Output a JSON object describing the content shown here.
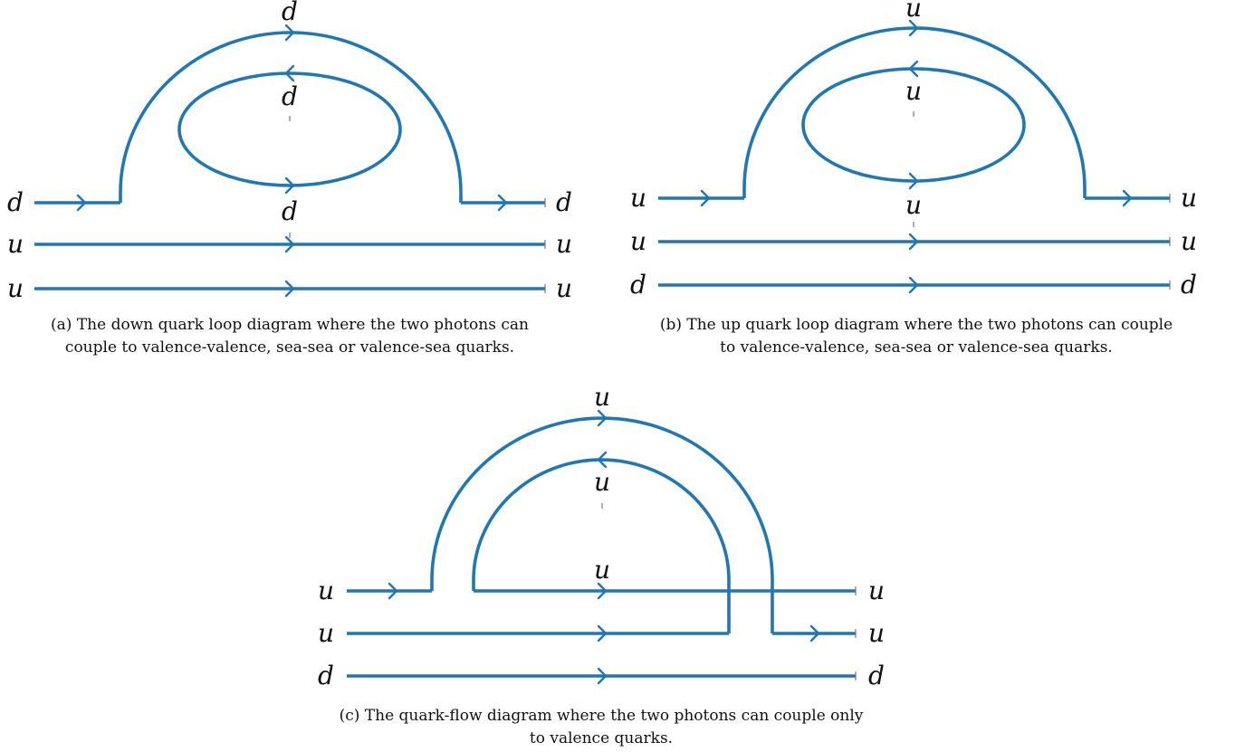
{
  "panel_a": {
    "labels": {
      "in_top": "d",
      "in_mid": "u",
      "in_bot": "u",
      "out_top": "d",
      "out_mid": "u",
      "out_bot": "u",
      "arc_top": "d",
      "loop_top": "d",
      "loop_bottom": "d"
    },
    "caption_line1": "(a) The down quark loop diagram where the two photons can",
    "caption_line2": "couple to valence-valence, sea-sea or valence-sea quarks."
  },
  "panel_b": {
    "labels": {
      "in_top": "u",
      "in_mid": "u",
      "in_bot": "d",
      "out_top": "u",
      "out_mid": "u",
      "out_bot": "d",
      "arc_top": "u",
      "loop_top": "u",
      "loop_bottom": "u"
    },
    "caption_line1": "(b) The up quark loop diagram where the two photons can couple",
    "caption_line2": "to valence-valence, sea-sea or valence-sea quarks."
  },
  "panel_c": {
    "labels": {
      "in_top": "u",
      "in_mid": "u",
      "in_bot": "d",
      "out_top": "u",
      "out_mid": "u",
      "out_bot": "d",
      "outer_arc_top": "u",
      "inner_arc_top": "u",
      "line_mid": "u"
    },
    "caption_line1": "(c) The quark-flow diagram where the two photons can couple only",
    "caption_line2": "to valence quarks."
  },
  "colors": {
    "quark_line": "#1f77b4",
    "text": "#111111"
  }
}
